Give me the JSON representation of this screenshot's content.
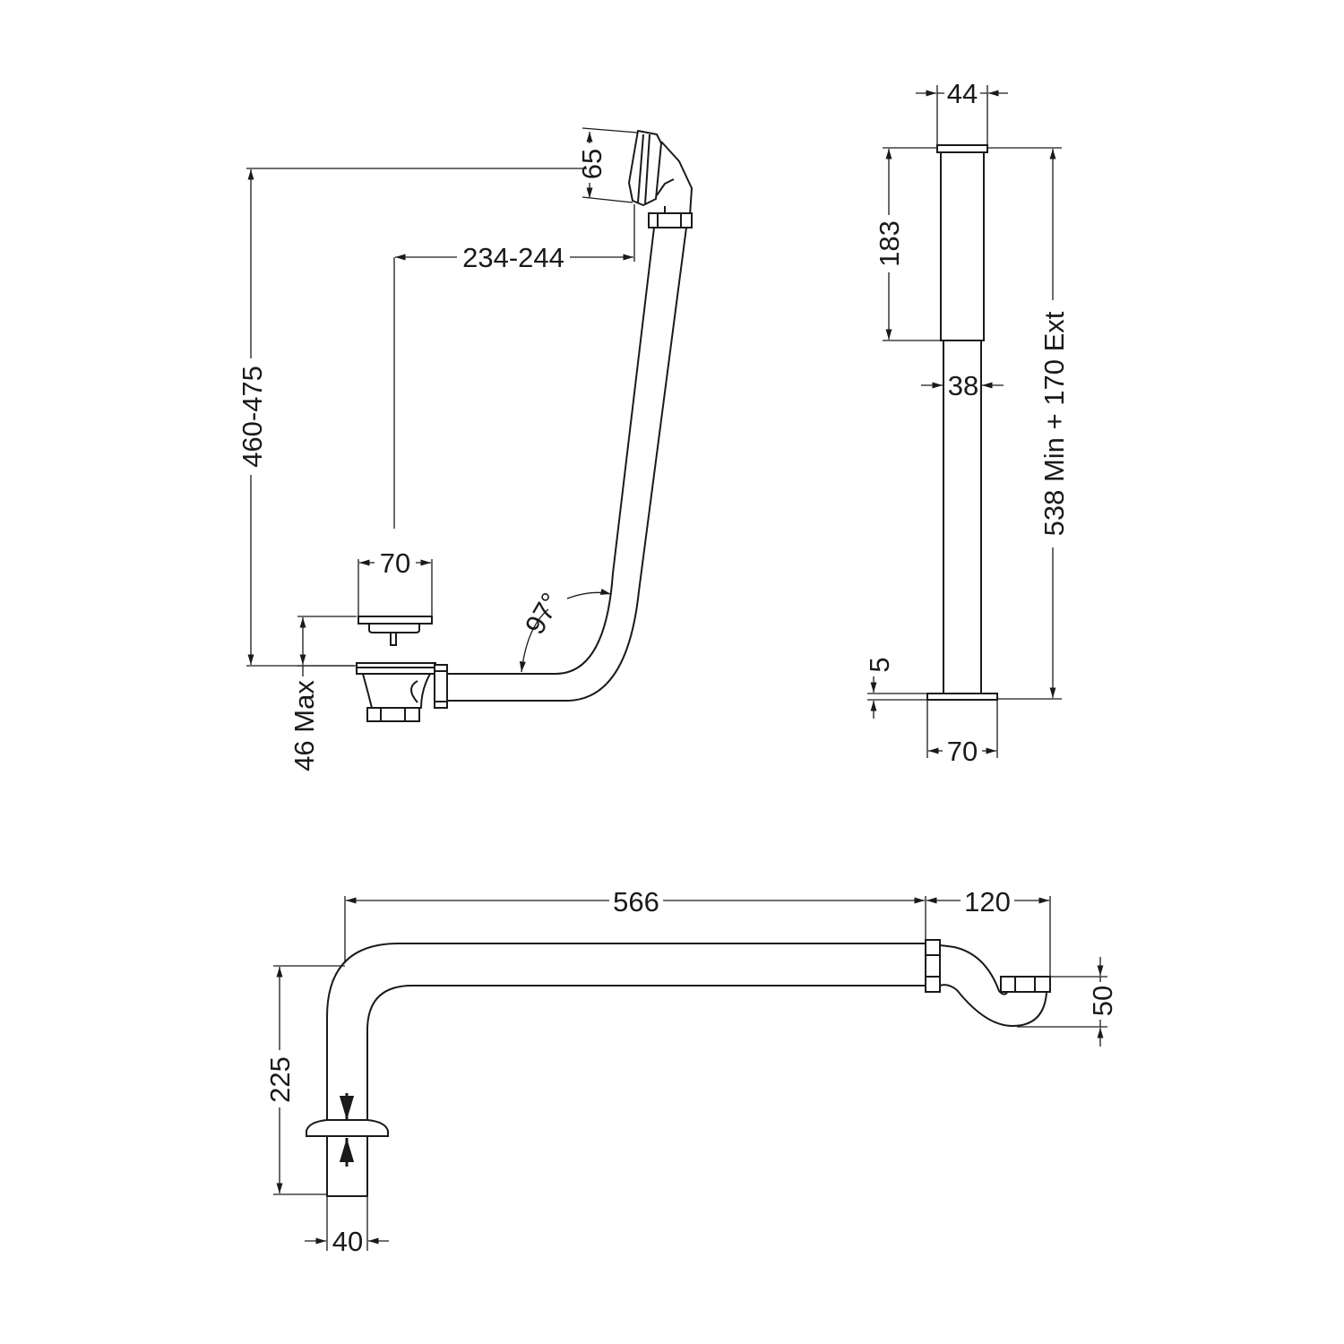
{
  "title": "Bath waste and overflow technical drawing",
  "dimensions": {
    "overflow_head_height": "65",
    "overflow_to_waste_horizontal": "234-244",
    "overflow_to_waste_vertical": "460-475",
    "plug_diameter": "70",
    "waste_depth": "46 Max",
    "angle": "97°",
    "riser_cap_width": "44",
    "riser_upper_length": "183",
    "riser_tube_diameter": "38",
    "riser_total_height": "538 Min + 170 Ext",
    "base_plate_thickness": "5",
    "base_plate_width": "70",
    "trap_pipe_length": "566",
    "trap_outlet_length": "120",
    "trap_offset": "50",
    "trap_drop_height": "225",
    "trap_pipe_diameter": "40"
  },
  "colors": {
    "line": "#1a1a1a",
    "background": "#ffffff"
  }
}
